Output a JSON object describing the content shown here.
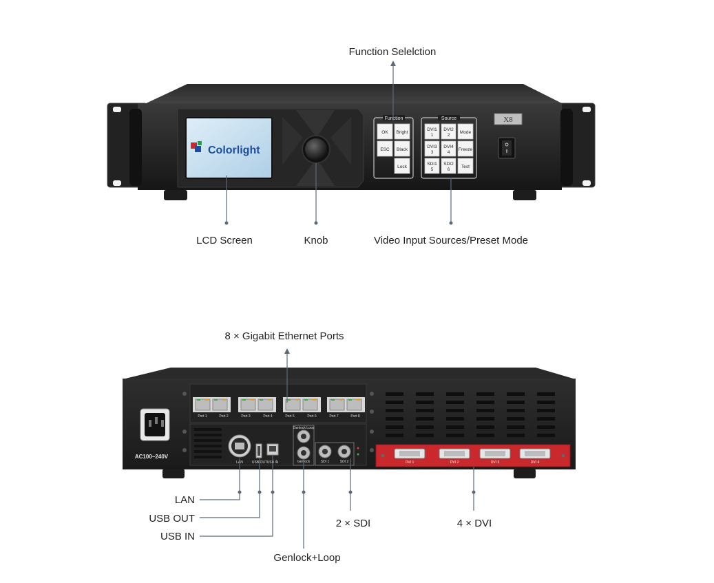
{
  "callouts": {
    "function_selection": "Function Selelction",
    "lcd_screen": "LCD Screen",
    "knob": "Knob",
    "video_input": "Video Input Sources/Preset Mode",
    "ethernet": "8 × Gigabit Ethernet Ports",
    "lan": "LAN",
    "usb_out": "USB OUT",
    "usb_in": "USB IN",
    "genlock": "Genlock+Loop",
    "sdi": "2 × SDI",
    "dvi": "4 × DVI"
  },
  "front": {
    "logo": "Colorlight",
    "model": "X8",
    "function_group": "Function",
    "source_group": "Source",
    "function_buttons": [
      "OK",
      "Bright",
      "ESC",
      "Black",
      "Lock"
    ],
    "source_buttons": [
      {
        "line1": "DVI1",
        "line2": "1"
      },
      {
        "line1": "DVI2",
        "line2": "2"
      },
      {
        "line1": "Mode",
        "line2": ""
      },
      {
        "line1": "DVI3",
        "line2": "3"
      },
      {
        "line1": "DVI4",
        "line2": "4"
      },
      {
        "line1": "Freeze",
        "line2": ""
      },
      {
        "line1": "SDI1",
        "line2": "5"
      },
      {
        "line1": "SDI2",
        "line2": "6"
      },
      {
        "line1": "Test",
        "line2": ""
      }
    ]
  },
  "rear": {
    "power_label": "AC100~240V",
    "ports": [
      "Port 1",
      "Port 2",
      "Port 3",
      "Port 4",
      "Port 5",
      "Port 6",
      "Port 7",
      "Port 8"
    ],
    "lan_label": "LAN",
    "usb_out_label": "USB OUT",
    "usb_in_label": "USB IN",
    "genlock_loop_label": "Genlock Loop",
    "genlock_label": "Genlock",
    "sdi_labels": [
      "SDI 1",
      "SDI 2"
    ],
    "dvi_labels": [
      "DVI 1",
      "DVI 2",
      "DVI 3",
      "DVI 4"
    ]
  }
}
